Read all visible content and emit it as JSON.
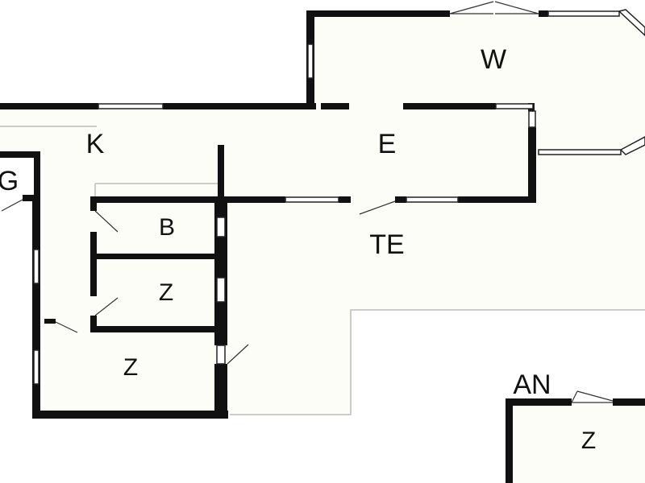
{
  "colors": {
    "background": "#ffffff",
    "floor": "#fdfdf7",
    "wall": "#111111",
    "window_frame": "#222222",
    "outline": "#bbbbbb"
  },
  "rooms": {
    "W": "W",
    "K": "K",
    "E": "E",
    "G": "G",
    "B": "B",
    "Z_upper": "Z",
    "TE": "TE",
    "Z_lower": "Z",
    "AN": "AN",
    "Z_annex": "Z"
  }
}
